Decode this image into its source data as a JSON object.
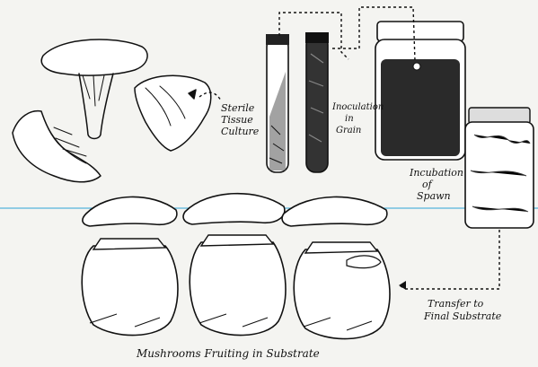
{
  "labels": {
    "sterile_1": "Sterile",
    "sterile_2": "Tissue",
    "sterile_3": "Culture",
    "inoc_grain_1": "Inoculation",
    "inoc_grain_2": "in",
    "inoc_grain_3": "Grain",
    "inc_spawn_1": "Incubation",
    "inc_spawn_2": "of",
    "inc_spawn_3": "Spawn",
    "transfer_1": "Transfer to",
    "transfer_2": "Final Substrate",
    "fruiting": "Mushrooms Fruiting in Substrate"
  }
}
